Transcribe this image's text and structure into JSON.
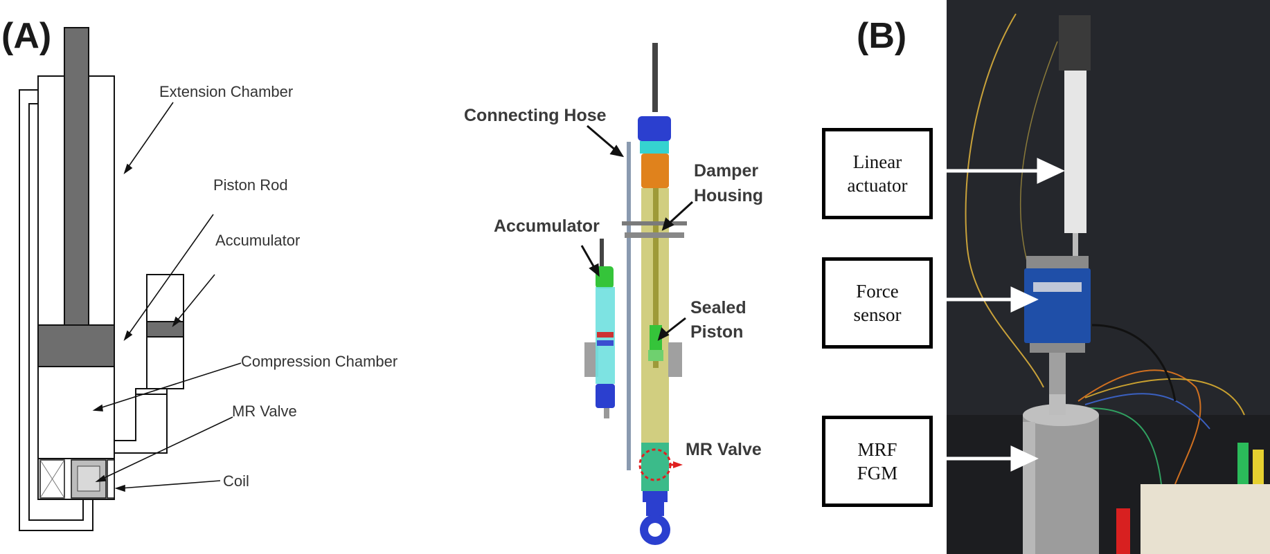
{
  "panel_a": {
    "label": "(A)",
    "schematic_labels": {
      "extension_chamber": "Extension Chamber",
      "piston_rod": "Piston Rod",
      "accumulator": "Accumulator",
      "compression_chamber": "Compression Chamber",
      "mr_valve": "MR Valve",
      "coil": "Coil"
    },
    "model_labels": {
      "connecting_hose": "Connecting Hose",
      "damper_housing_1": "Damper",
      "damper_housing_2": "Housing",
      "accumulator": "Accumulator",
      "sealed_piston_1": "Sealed",
      "sealed_piston_2": "Piston",
      "mr_valve": "MR Valve"
    }
  },
  "panel_b": {
    "label": "(B)",
    "callouts": {
      "linear_actuator_1": "Linear",
      "linear_actuator_2": "actuator",
      "force_sensor_1": "Force",
      "force_sensor_2": "sensor",
      "mrf_fgm_1": "MRF",
      "mrf_fgm_2": "FGM"
    }
  },
  "colors": {
    "rod_gray": "#6e6e6e",
    "housing_blue": "#2b3fcf",
    "cyan": "#35d3d0",
    "orange": "#e0821c",
    "olive": "#b9b53c",
    "green": "#35c43a",
    "valve_red": "#e02020",
    "photo_bg": "#222428",
    "sensor_blue": "#1f4fa8"
  }
}
